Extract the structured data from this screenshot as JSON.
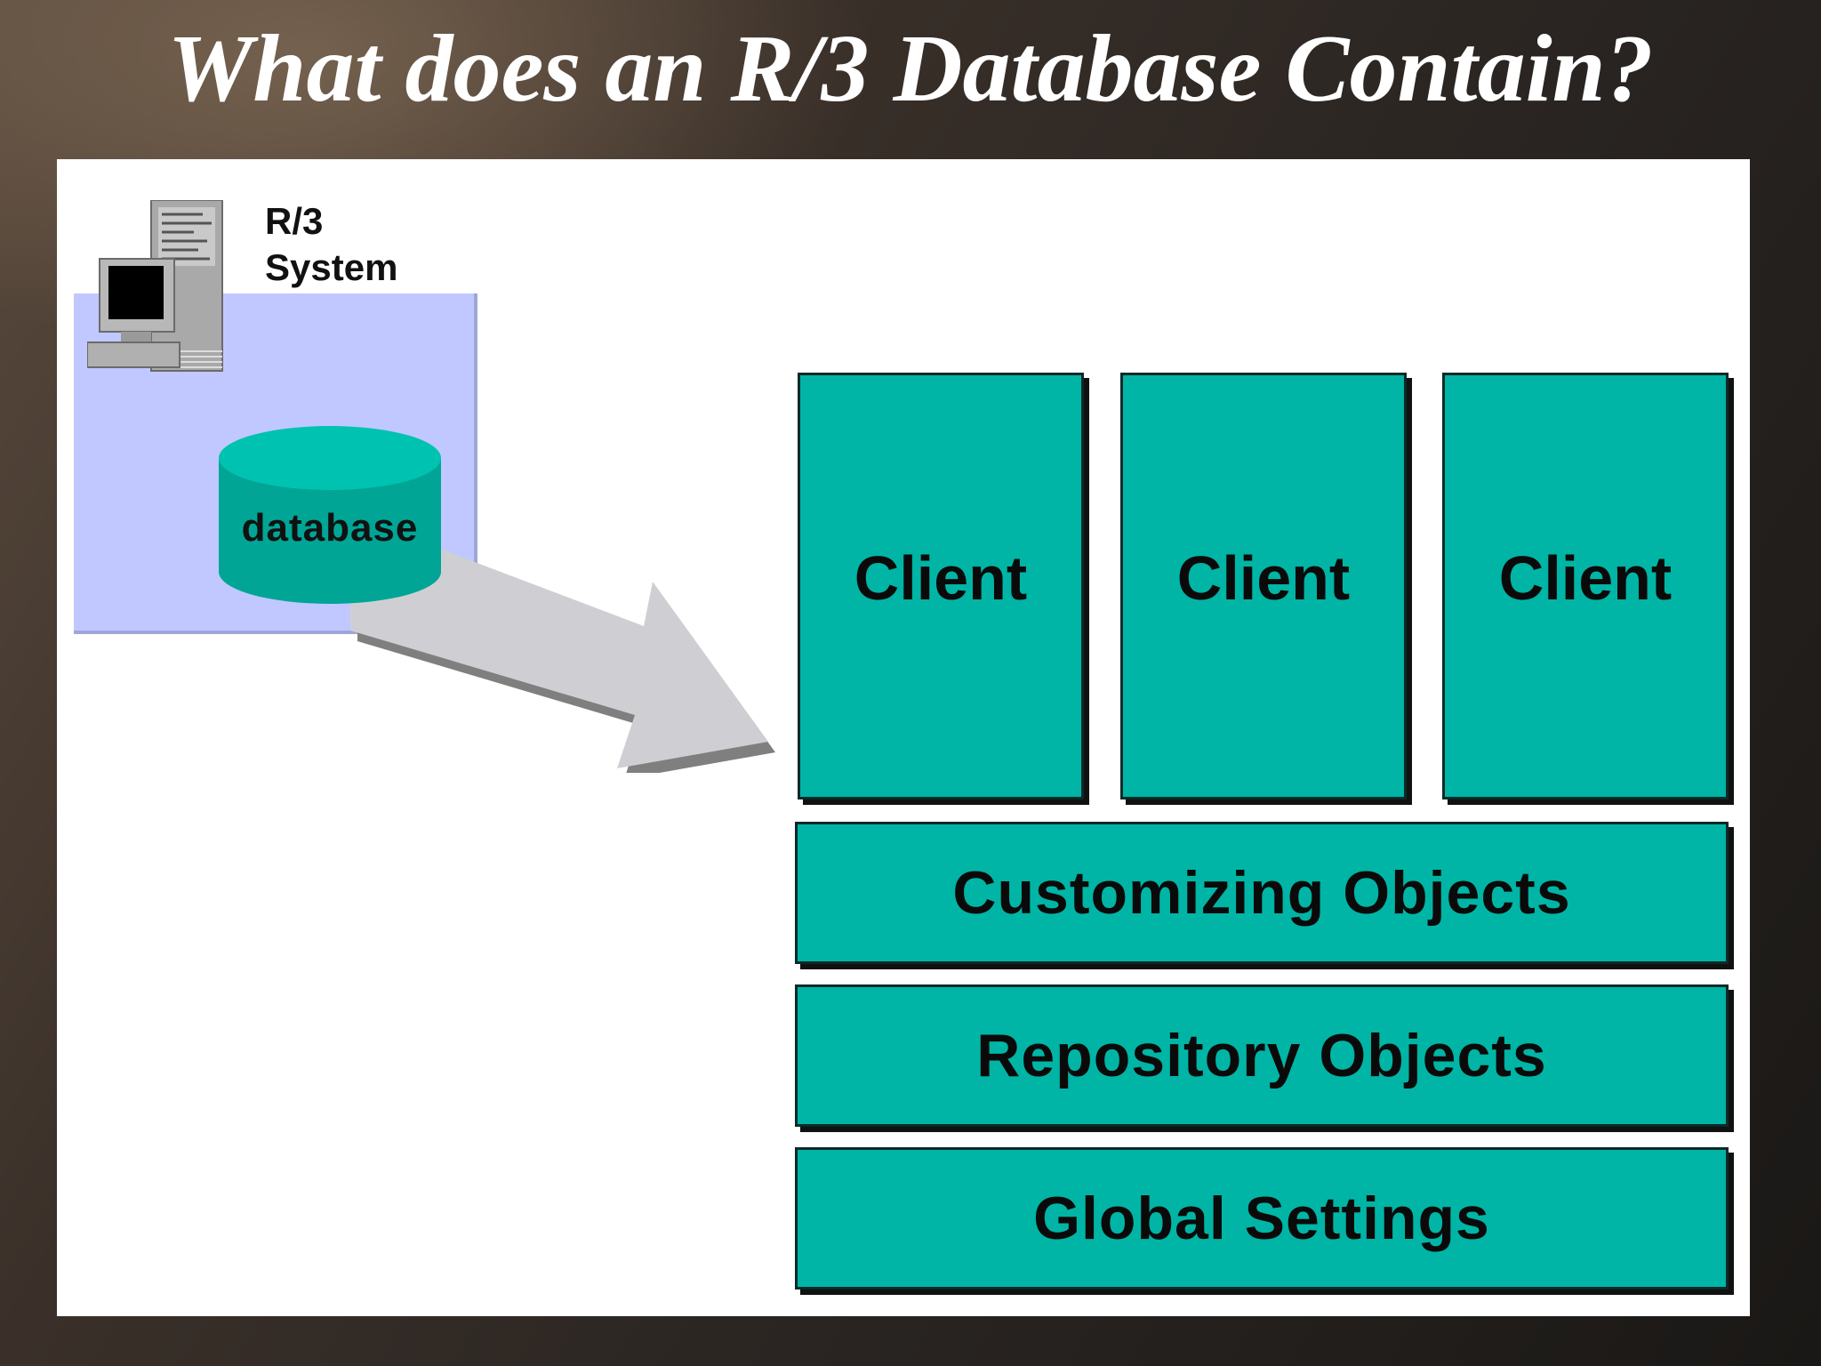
{
  "slide": {
    "title": "What does an R/3 Database Contain?"
  },
  "diagram": {
    "system_label_line1": "R/3",
    "system_label_line2": "System",
    "database_label": "database",
    "clients": [
      "Client",
      "Client",
      "Client"
    ],
    "layers": [
      "Customizing Objects",
      "Repository Objects",
      "Global Settings"
    ]
  },
  "colors": {
    "teal": "#00b5a5",
    "system_box": "#c0c8ff",
    "arrow": "#cfcfd3"
  }
}
